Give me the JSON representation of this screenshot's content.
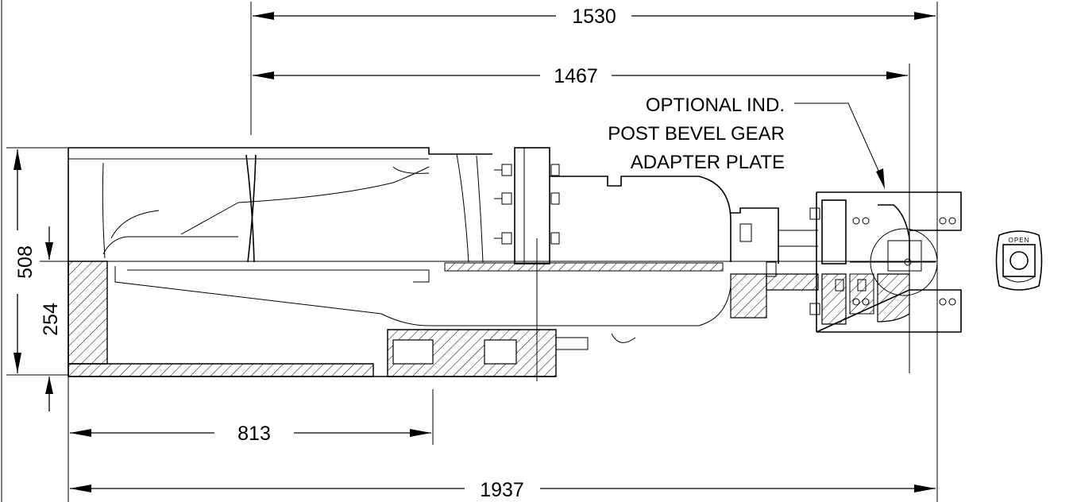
{
  "dimensions": {
    "d1530": "1530",
    "d1467": "1467",
    "d813": "813",
    "d1937": "1937",
    "d508": "508",
    "d254": "254"
  },
  "callout": {
    "line1": "OPTIONAL IND.",
    "line2": "POST BEVEL GEAR",
    "line3": "ADAPTER PLATE"
  },
  "indicator": {
    "label": "OPEN"
  },
  "icons": [
    "dimension-arrow",
    "bolt-icon",
    "hatch-section"
  ]
}
